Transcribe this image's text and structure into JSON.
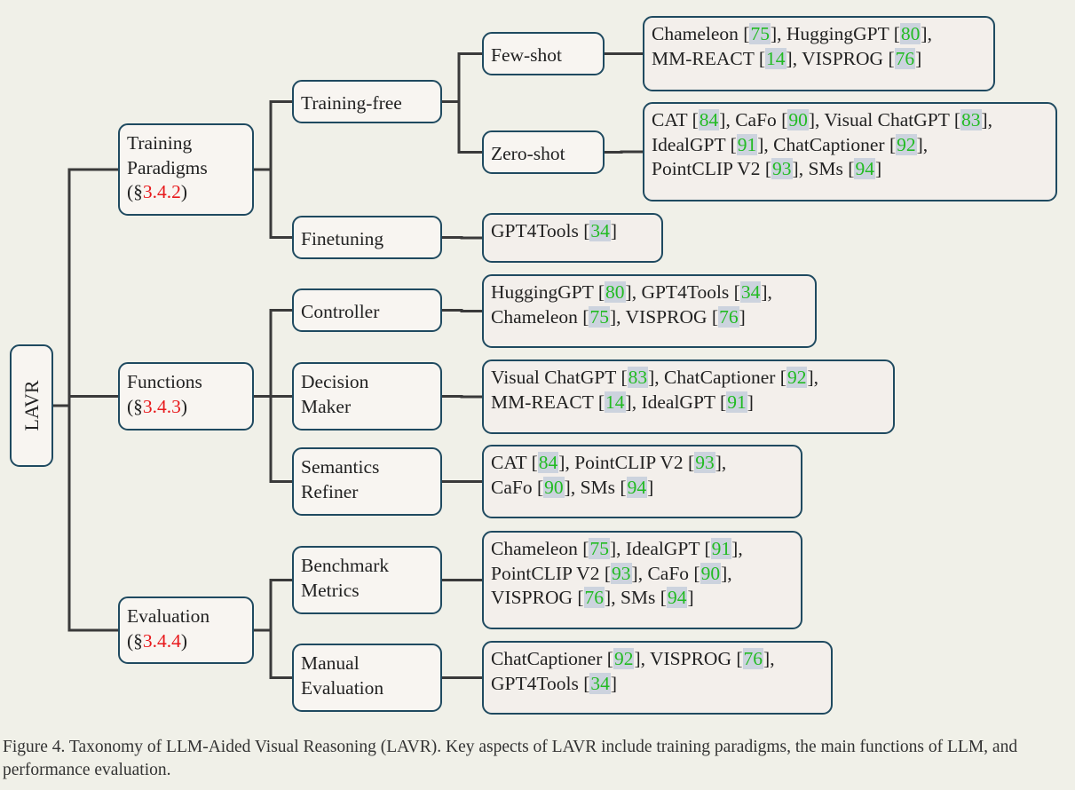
{
  "root": {
    "label": "LAVR"
  },
  "branches": [
    {
      "lines": [
        "Training",
        "Paradigms"
      ],
      "section": "3.4.2"
    },
    {
      "lines": [
        "Functions"
      ],
      "section": "3.4.3"
    },
    {
      "lines": [
        "Evaluation"
      ],
      "section": "3.4.4"
    }
  ],
  "categories": [
    {
      "lines": [
        "Training-free"
      ]
    },
    {
      "lines": [
        "Few-shot"
      ]
    },
    {
      "lines": [
        "Zero-shot"
      ]
    },
    {
      "lines": [
        "Finetuning"
      ]
    },
    {
      "lines": [
        "Controller"
      ]
    },
    {
      "lines": [
        "Decision",
        "Maker"
      ]
    },
    {
      "lines": [
        "Semantics",
        "Refiner"
      ]
    },
    {
      "lines": [
        "Benchmark",
        "Metrics"
      ]
    },
    {
      "lines": [
        "Manual",
        "Evaluation"
      ]
    }
  ],
  "leaves": [
    {
      "lines": [
        [
          {
            "name": "Chameleon",
            "ref": "75"
          },
          {
            "name": "HuggingGPT",
            "ref": "80"
          }
        ],
        [
          {
            "name": "MM-REACT",
            "ref": "14"
          },
          {
            "name": "VISPROG",
            "ref": "76"
          }
        ]
      ]
    },
    {
      "lines": [
        [
          {
            "name": "CAT",
            "ref": "84"
          },
          {
            "name": "CaFo",
            "ref": "90"
          },
          {
            "name": "Visual ChatGPT",
            "ref": "83"
          }
        ],
        [
          {
            "name": "IdealGPT",
            "ref": "91"
          },
          {
            "name": "ChatCaptioner",
            "ref": "92"
          }
        ],
        [
          {
            "name": "PointCLIP V2",
            "ref": "93"
          },
          {
            "name": "SMs",
            "ref": "94"
          }
        ]
      ]
    },
    {
      "lines": [
        [
          {
            "name": "GPT4Tools",
            "ref": "34"
          }
        ]
      ]
    },
    {
      "lines": [
        [
          {
            "name": "HuggingGPT",
            "ref": "80"
          },
          {
            "name": "GPT4Tools",
            "ref": "34"
          }
        ],
        [
          {
            "name": "Chameleon",
            "ref": "75"
          },
          {
            "name": "VISPROG",
            "ref": "76"
          }
        ]
      ]
    },
    {
      "lines": [
        [
          {
            "name": "Visual ChatGPT",
            "ref": "83"
          },
          {
            "name": "ChatCaptioner",
            "ref": "92"
          }
        ],
        [
          {
            "name": "MM-REACT",
            "ref": "14"
          },
          {
            "name": "IdealGPT",
            "ref": "91"
          }
        ]
      ]
    },
    {
      "lines": [
        [
          {
            "name": "CAT",
            "ref": "84"
          },
          {
            "name": "PointCLIP V2",
            "ref": "93"
          }
        ],
        [
          {
            "name": "CaFo",
            "ref": "90"
          },
          {
            "name": "SMs",
            "ref": "94"
          }
        ]
      ]
    },
    {
      "lines": [
        [
          {
            "name": "Chameleon",
            "ref": "75"
          },
          {
            "name": "IdealGPT",
            "ref": "91"
          }
        ],
        [
          {
            "name": "PointCLIP V2",
            "ref": "93"
          },
          {
            "name": "CaFo",
            "ref": "90"
          }
        ],
        [
          {
            "name": "VISPROG",
            "ref": "76"
          },
          {
            "name": "SMs",
            "ref": "94"
          }
        ]
      ]
    },
    {
      "lines": [
        [
          {
            "name": "ChatCaptioner",
            "ref": "92"
          },
          {
            "name": "VISPROG",
            "ref": "76"
          }
        ],
        [
          {
            "name": "GPT4Tools",
            "ref": "34"
          }
        ]
      ]
    }
  ],
  "caption": "Figure 4. Taxonomy of LLM-Aided Visual Reasoning (LAVR). Key aspects of LAVR include training paradigms, the main functions of LLM, and performance evaluation.",
  "colors": {
    "border": "#1f4a60",
    "connector": "#3a3a3a",
    "section_ref": "#e8191c",
    "citation": "#22bb22",
    "citation_bg": "#ccd3de",
    "background": "#f0f0e8"
  }
}
